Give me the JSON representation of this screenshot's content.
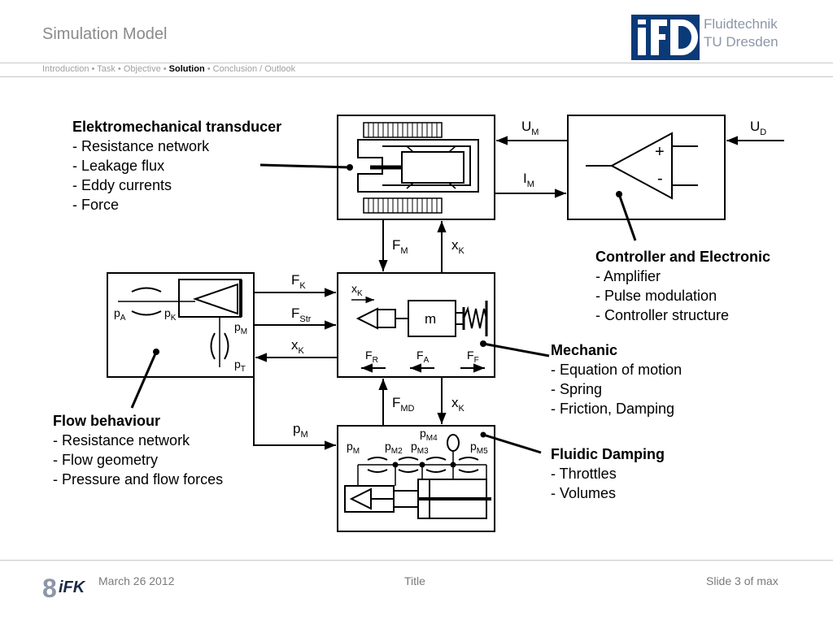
{
  "header": {
    "title": "Simulation Model",
    "breadcrumb": [
      {
        "label": "Introduction",
        "active": false
      },
      {
        "label": "Task",
        "active": false
      },
      {
        "label": "Objective",
        "active": false
      },
      {
        "label": "Solution",
        "active": true
      },
      {
        "label": "Conclusion / Outlook",
        "active": false
      }
    ],
    "logo_line1": "Fluidtechnik",
    "logo_line2": "TU Dresden"
  },
  "colors": {
    "title": "#8a8a8a",
    "logo_blue": "#0b3a78",
    "logo_text": "#8c96a8",
    "rule": "#c8c8c8"
  },
  "labels": {
    "transducer": {
      "title": "Elektromechanical transducer",
      "items": [
        "- Resistance network",
        "- Leakage flux",
        "- Eddy currents",
        "- Force"
      ]
    },
    "controller": {
      "title": "Controller and Electronic",
      "items": [
        "- Amplifier",
        "- Pulse modulation",
        "- Controller structure"
      ]
    },
    "mechanic": {
      "title": "Mechanic",
      "items": [
        "- Equation of motion",
        "- Spring",
        "- Friction, Damping"
      ]
    },
    "flow": {
      "title": "Flow behaviour",
      "items": [
        "- Resistance network",
        "- Flow geometry",
        "- Pressure and flow forces"
      ]
    },
    "damping": {
      "title": "Fluidic Damping",
      "items": [
        "- Throttles",
        "- Volumes"
      ]
    }
  },
  "signals": {
    "um": {
      "base": "U",
      "sub": "M"
    },
    "ud": {
      "base": "U",
      "sub": "D"
    },
    "im": {
      "base": "I",
      "sub": "M"
    },
    "fm": {
      "base": "F",
      "sub": "M"
    },
    "xk_top": {
      "base": "x",
      "sub": "K"
    },
    "fk": {
      "base": "F",
      "sub": "K"
    },
    "fstr": {
      "base": "F",
      "sub": "Str"
    },
    "xk_left": {
      "base": "x",
      "sub": "K"
    },
    "fmd": {
      "base": "F",
      "sub": "MD"
    },
    "xk_bottom": {
      "base": "x",
      "sub": "K"
    },
    "pm_line": {
      "base": "p",
      "sub": "M"
    }
  },
  "inner": {
    "plus": "+",
    "minus": "-",
    "mass": "m",
    "xk": {
      "base": "x",
      "sub": "K"
    },
    "fr": {
      "base": "F",
      "sub": "R"
    },
    "fa": {
      "base": "F",
      "sub": "A"
    },
    "ff": {
      "base": "F",
      "sub": "F"
    },
    "pa": {
      "base": "p",
      "sub": "A"
    },
    "pk": {
      "base": "p",
      "sub": "K"
    },
    "pm_valve": {
      "base": "p",
      "sub": "M"
    },
    "pt": {
      "base": "p",
      "sub": "T"
    },
    "pm4": {
      "base": "p",
      "sub": "M4"
    },
    "pm": {
      "base": "p",
      "sub": "M"
    },
    "pm2": {
      "base": "p",
      "sub": "M2"
    },
    "pm3": {
      "base": "p",
      "sub": "M3"
    },
    "pm5": {
      "base": "p",
      "sub": "M5"
    }
  },
  "footer": {
    "date": "March 26 2012",
    "title": "Title",
    "slide": "Slide 3 of max",
    "logo_text": "iFK"
  }
}
